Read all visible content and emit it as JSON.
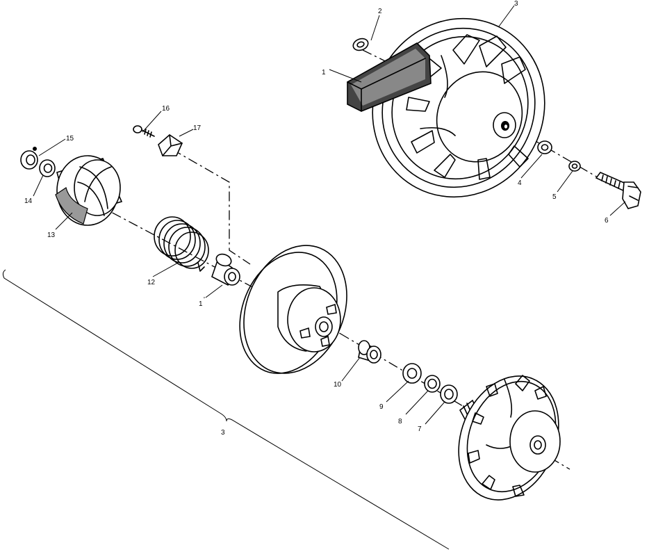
{
  "callouts": {
    "c1": "1",
    "c1b": "1",
    "c2": "2",
    "c3": "3",
    "c3b": "3",
    "c4": "4",
    "c5": "5",
    "c6": "6",
    "c7": "7",
    "c8": "8",
    "c9": "9",
    "c10": "10",
    "c12": "12",
    "c13": "13",
    "c14": "14",
    "c15": "15",
    "c16": "16",
    "c17": "17"
  }
}
